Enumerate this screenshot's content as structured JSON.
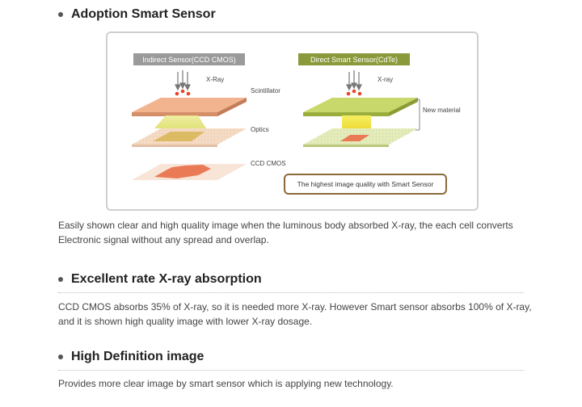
{
  "sections": [
    {
      "heading": "Adoption Smart Sensor",
      "body": "Easily shown clear and high quality image when the luminous body absorbed X-ray, the each cell converts Electronic signal without any spread and overlap."
    },
    {
      "heading": "Excellent rate X-ray absorption",
      "body": "CCD CMOS absorbs 35% of X-ray, so it is needed more X-ray. However Smart sensor absorbs 100% of X-ray, and it is shown high quality image with lower X-ray dosage."
    },
    {
      "heading": "High Definition image",
      "body": "Provides more clear image by smart sensor which is applying new technology."
    }
  ],
  "diagram": {
    "indirect_title": "Indirect Sensor(CCD CMOS)",
    "direct_title": "Direct Smart  Sensor(CdTe)",
    "xray_left": "X-Ray",
    "xray_right": "X-ray",
    "scintillator": "Scintillator",
    "optics": "Optics",
    "ccd_cmos": "CCD CMOS",
    "new_material": "New material",
    "quality_note": "The highest image quality with Smart Sensor"
  },
  "colors": {
    "indirect_badge": "#9a9a9a",
    "direct_badge": "#8a9a3a",
    "scintillator": "#f2b48f",
    "direct_layer": "#c8d86a",
    "beam": "#e8e070",
    "note_border": "#8a6a3a"
  }
}
